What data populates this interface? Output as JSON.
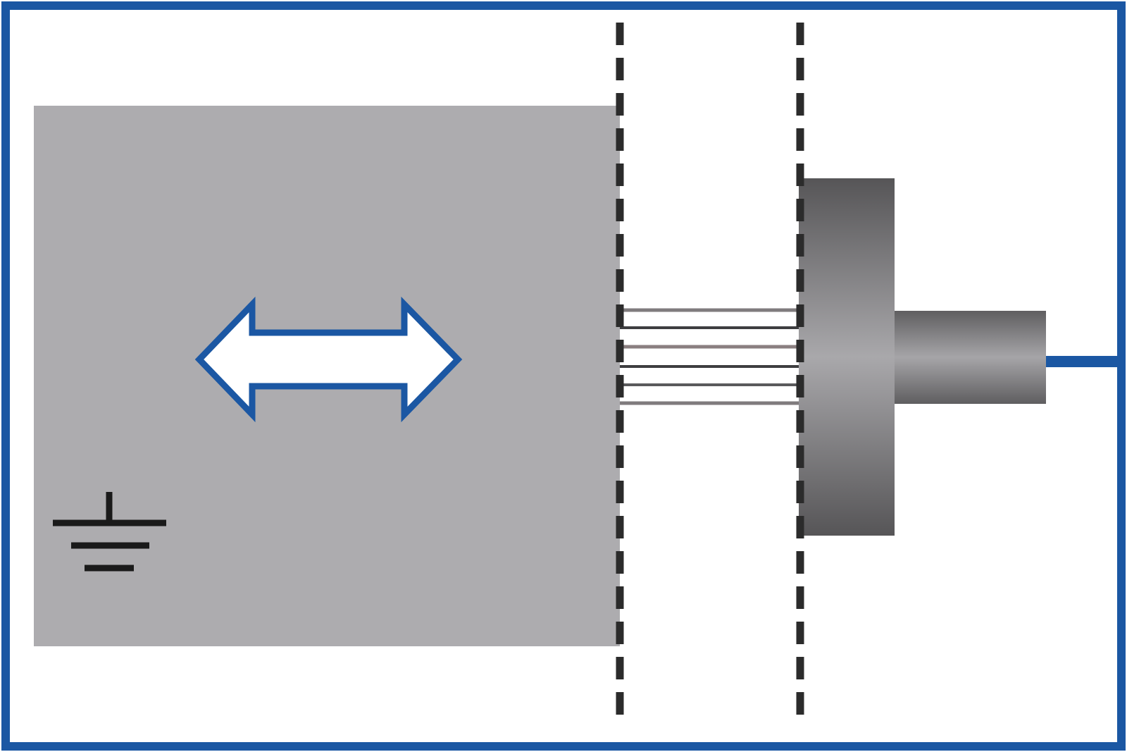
{
  "diagram": {
    "frame_color": "#1b57a3",
    "target_plate": {
      "fill": "#adacaf",
      "symbol_icon": "ground-symbol-icon",
      "motion_icon": "double-headed-arrow-icon",
      "arrow_stroke": "#1b57a3",
      "arrow_fill": "#ffffff"
    },
    "boundaries": {
      "style": "dashed",
      "color": "#2b2b2b",
      "count": 2
    },
    "gap_lines": {
      "count": 6,
      "color": "#7f7b7d"
    },
    "probe": {
      "icon": "capacitive-probe-icon",
      "flange_dark": "#565557",
      "flange_light": "#a6a5a8",
      "cable_color": "#1b57a3"
    }
  }
}
